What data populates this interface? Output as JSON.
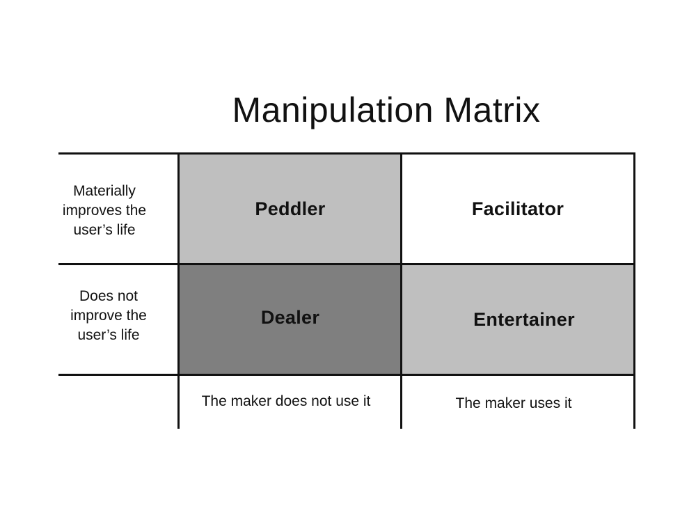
{
  "title": "Manipulation Matrix",
  "rows": [
    {
      "label": "Materially\nimproves the\nuser’s life"
    },
    {
      "label": "Does not\nimprove the\nuser’s life"
    }
  ],
  "columns": [
    {
      "label": "The maker does not use it"
    },
    {
      "label": "The maker uses it"
    }
  ],
  "quadrants": [
    {
      "label": "Peddler",
      "fill": "#bfbfbf"
    },
    {
      "label": "Facilitator",
      "fill": "#ffffff"
    },
    {
      "label": "Dealer",
      "fill": "#7f7f7f"
    },
    {
      "label": "Entertainer",
      "fill": "#bfbfbf"
    }
  ],
  "colors": {
    "line": "#111111",
    "background": "#ffffff"
  }
}
